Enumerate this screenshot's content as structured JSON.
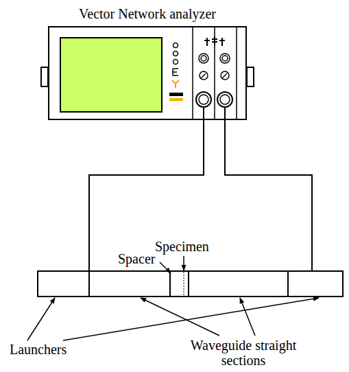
{
  "diagram": {
    "nodes": [
      {
        "text": [
          "Vector Network analyzer"
        ]
      }
    ],
    "labels": [
      "Spacer",
      "Specimen",
      "Launchers",
      "Waveguide straight sections"
    ]
  }
}
